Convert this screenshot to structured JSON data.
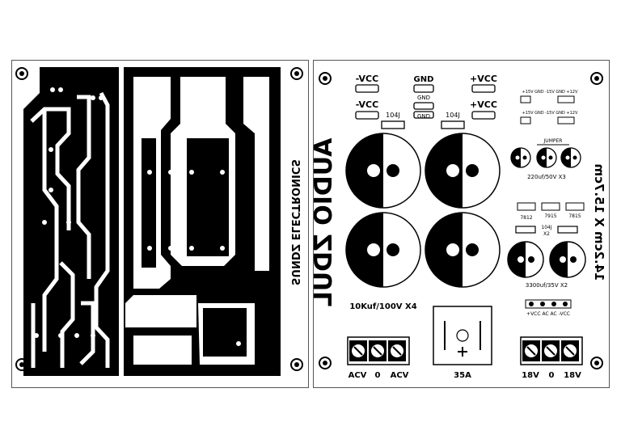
{
  "copper_text": "SUNDZ ELECTRONICS",
  "brand": "AUDIO ZDUL",
  "dimensions": "14.2cm X 15.7cm",
  "labels": {
    "neg_vcc_1": "-VCC",
    "neg_vcc_2": "-VCC",
    "gnd_top": "GND",
    "gnd_mid": "GND",
    "gnd_low": "GND",
    "pos_vcc_1": "+VCC",
    "pos_vcc_2": "+VCC",
    "cap_104_left": "104J",
    "cap_104_right": "104J",
    "reg_row_1": "+15V GND -15V   GND  +12V",
    "reg_row_2": "+15V GND -15V   GND  +12V",
    "jumper": "JUMPER",
    "cap_220": "220uf/50V X3",
    "reg_7812": "7812",
    "reg_7815": "7815",
    "reg_7915": "7915",
    "cap_104_x2": "104J",
    "cap_104_x2_qty": "X2",
    "cap_3300": "3300uf/35V X2",
    "vcc_ac_row": "+VCC AC  AC -VCC",
    "main_caps": "10Kuf/100V X4",
    "bridge": "35A",
    "acv_left": "ACV",
    "zero_left": "0",
    "acv_right": "ACV",
    "v18_left": "18V",
    "zero_right": "0",
    "v18_right": "18V"
  },
  "colors": {
    "copper": "#000000",
    "background": "#ffffff",
    "board_border": "#555555"
  }
}
